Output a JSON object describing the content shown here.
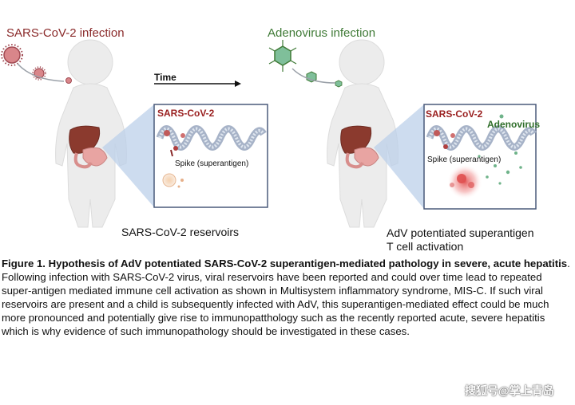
{
  "labels": {
    "sars_infection": "SARS-CoV-2 infection",
    "adenovirus_infection": "Adenovirus infection",
    "time": "Time",
    "inset_sars_left": "SARS-CoV-2",
    "inset_sars_right": "SARS-CoV-2",
    "inset_adenovirus": "Adenovirus",
    "spike_left": "Spike (superantigen)",
    "spike_right": "Spike (superantigen)",
    "reservoirs": "SARS-CoV-2 reservoirs",
    "adv_line1": "AdV potentiated superantigen",
    "adv_line2": "T cell activation"
  },
  "caption": {
    "title": "Figure 1. Hypothesis of AdV potentiated SARS-CoV-2 superantigen-mediated pathology in severe, acute hepatitis",
    "body": ". Following infection with SARS-CoV-2 virus, viral reservoirs have been reported and could over time lead to repeated super-antigen mediated immune cell activation as shown in Multisystem inflammatory syndrome, MIS-C. If such  viral reservoirs are present and a child is subsequently infected with AdV, this superantigen-mediated effect could be much more pronounced and potentially give rise to immunopatthology such as the recently reported acute, severe hepatitis which is why evidence of such immunopathology should be investigated in these cases."
  },
  "watermark": "搜狐号@掌上青岛",
  "colors": {
    "sars_red": "#8a2a2a",
    "adeno_green": "#3f7a36",
    "child_body": "#ececec",
    "inset_border": "#4a5a7a",
    "projection": "#bcd0ea"
  }
}
